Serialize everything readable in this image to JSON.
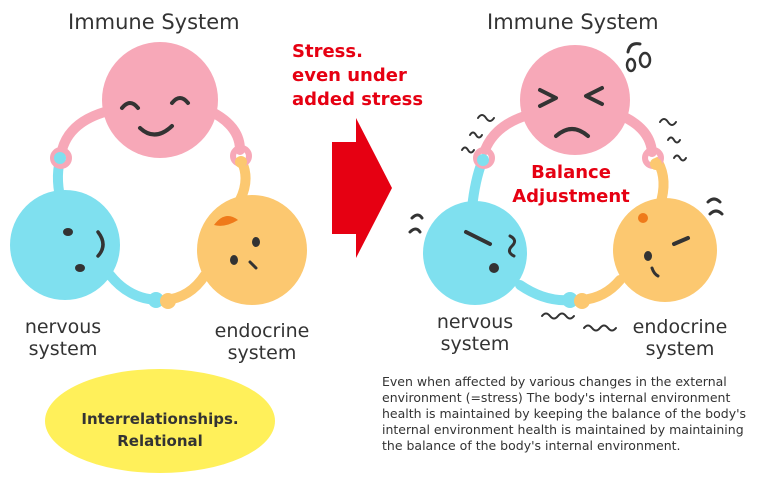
{
  "left_panel": {
    "title": "Immune System",
    "nervous": "nervous system",
    "endocrine": "endocrine system"
  },
  "right_panel": {
    "title": "Immune System",
    "nervous": "nervous system",
    "endocrine": "endocrine system"
  },
  "stress_label": [
    "Stress.",
    "even under",
    "added stress"
  ],
  "balance_label": [
    "Balance",
    "Adjustment"
  ],
  "relationship_label": [
    "Interrelationships.",
    "Relational"
  ],
  "description": "Even when affected by various changes in the external environment (=stress) The body's internal environment health is maintained by keeping the balance of the body's internal environment health is maintained by maintaining the balance of the body's internal environment.",
  "colors": {
    "immune_pink": "#f7a8b8",
    "nervous_cyan": "#7fe0ef",
    "endocrine_orange": "#fcc870",
    "accent_red": "#e60012",
    "ellipse_yellow": "#fff05a",
    "text": "#333333"
  }
}
